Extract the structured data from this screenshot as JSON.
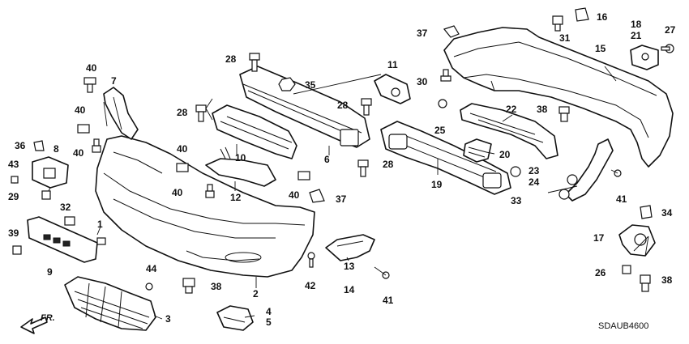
{
  "diagram": {
    "code": "SDAUB4600",
    "direction_label": "FR.",
    "callouts": [
      "1",
      "2",
      "3",
      "4",
      "5",
      "6",
      "7",
      "8",
      "9",
      "10",
      "11",
      "12",
      "13",
      "14",
      "15",
      "16",
      "17",
      "18",
      "19",
      "20",
      "21",
      "22",
      "23",
      "24",
      "25",
      "26",
      "27",
      "28",
      "29",
      "30",
      "31",
      "32",
      "33",
      "34",
      "35",
      "36",
      "37",
      "38",
      "39",
      "40",
      "41",
      "42",
      "43",
      "44"
    ]
  }
}
